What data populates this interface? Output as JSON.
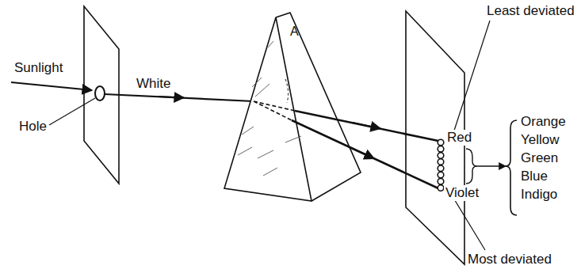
{
  "diagram": {
    "labels": [
      "Sunlight",
      "Hole",
      "White",
      "A",
      "Least deviated",
      "Red",
      "Orange",
      "Yellow",
      "Green",
      "Blue",
      "Indigo",
      "Violet",
      "Most deviated"
    ]
  }
}
